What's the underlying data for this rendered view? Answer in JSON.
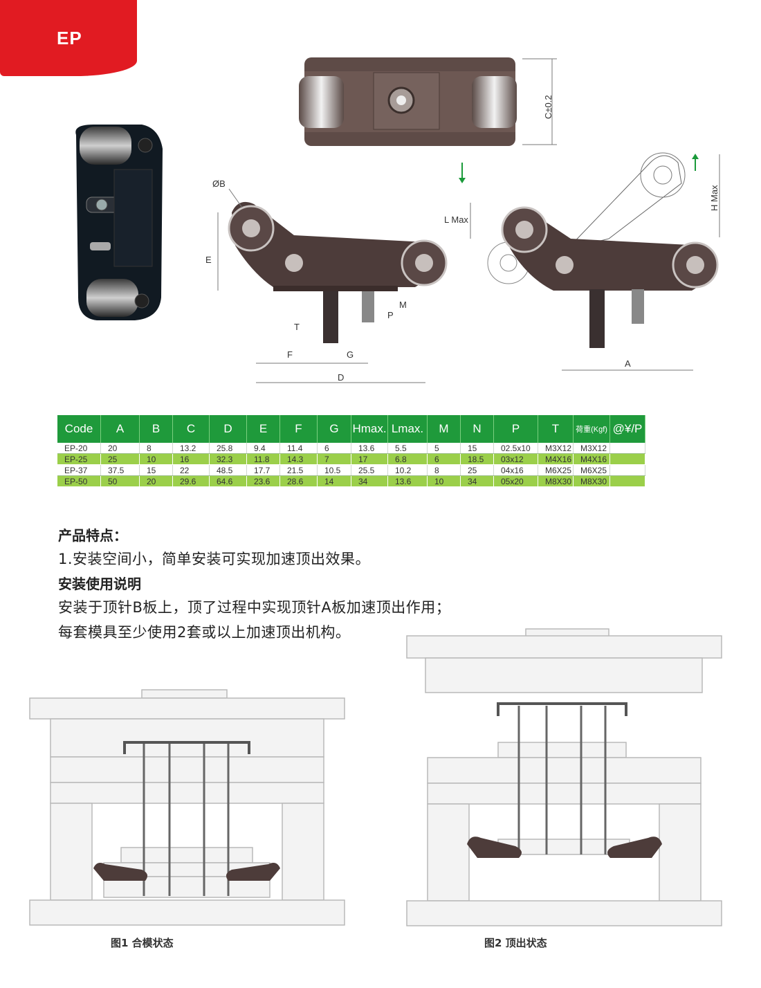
{
  "header": {
    "tab_label": "EP"
  },
  "drawing": {
    "labels": {
      "c": "C±0.2",
      "ob": "ØB",
      "e": "E",
      "t": "T",
      "p": "P",
      "m": "M",
      "f": "F",
      "g": "G",
      "d": "D",
      "lmax": "L Max",
      "hmax": "H Max",
      "a": "A"
    }
  },
  "table": {
    "headers": [
      "Code",
      "A",
      "B",
      "C",
      "D",
      "E",
      "F",
      "G",
      "Hmax.",
      "Lmax.",
      "M",
      "N",
      "P",
      "T",
      "荷重(Kgf)",
      "@¥/P"
    ],
    "rows": [
      [
        "EP-20",
        "20",
        "8",
        "13.2",
        "25.8",
        "9.4",
        "11.4",
        "6",
        "13.6",
        "5.5",
        "5",
        "15",
        "02.5x10",
        "M3X12",
        "M3X12",
        ""
      ],
      [
        "EP-25",
        "25",
        "10",
        "16",
        "32.3",
        "11.8",
        "14.3",
        "7",
        "17",
        "6.8",
        "6",
        "18.5",
        "03x12",
        "M4X16",
        "M4X16",
        ""
      ],
      [
        "EP-37",
        "37.5",
        "15",
        "22",
        "48.5",
        "17.7",
        "21.5",
        "10.5",
        "25.5",
        "10.2",
        "8",
        "25",
        "04x16",
        "M6X25",
        "M6X25",
        ""
      ],
      [
        "EP-50",
        "50",
        "20",
        "29.6",
        "64.6",
        "23.6",
        "28.6",
        "14",
        "34",
        "13.6",
        "10",
        "34",
        "05x20",
        "M8X30",
        "M8X30",
        ""
      ]
    ]
  },
  "features": {
    "heading": "产品特点：",
    "item1": "1.安装空间小，简单安装可实现加速顶出效果。"
  },
  "instructions": {
    "heading": "安装使用说明",
    "line1": "安装于顶针B板上，顶了过程中实现顶针A板加速顶出作用；",
    "line2": "每套模具至少使用2套或以上加速顶出机构。"
  },
  "figures": {
    "fig1_caption": "图1  合模状态",
    "fig2_caption": "图2  顶出状态"
  },
  "colors": {
    "brand_red": "#e11b22",
    "header_green": "#1f9a3b",
    "row_green": "#9bcf4a"
  }
}
